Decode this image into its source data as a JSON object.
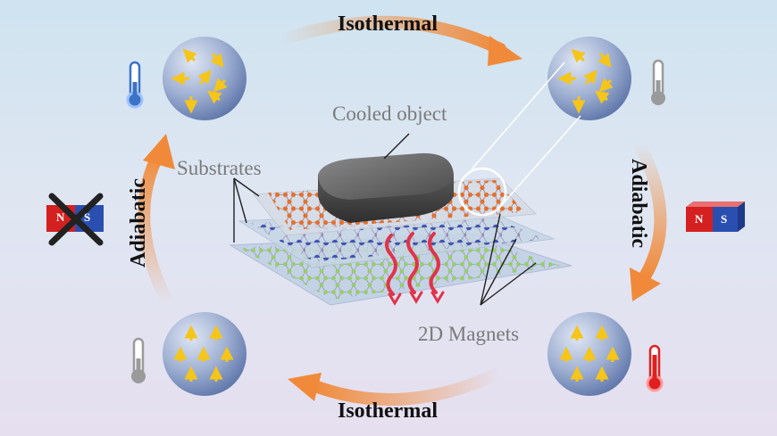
{
  "cycle": {
    "top_label": "Isothermal",
    "bottom_label": "Isothermal",
    "left_label": "Adiabatic",
    "right_label": "Adiabatic"
  },
  "annotations": {
    "cooled_object": "Cooled object",
    "substrates": "Substrates",
    "magnets_2d": "2D Magnets"
  },
  "magnet": {
    "north": "N",
    "south": "S",
    "north_color": "#d42020",
    "south_color": "#2a4fb0"
  },
  "thermometers": {
    "top_left": "cold",
    "top_right": "neutral",
    "bottom_left": "neutral",
    "bottom_right": "hot"
  },
  "colors": {
    "arrow_orange": "#f08a3a",
    "spin_arrow": "#f5c518",
    "cold": "#3b73c8",
    "hot": "#e02020",
    "neutral": "#9a9a9a"
  }
}
